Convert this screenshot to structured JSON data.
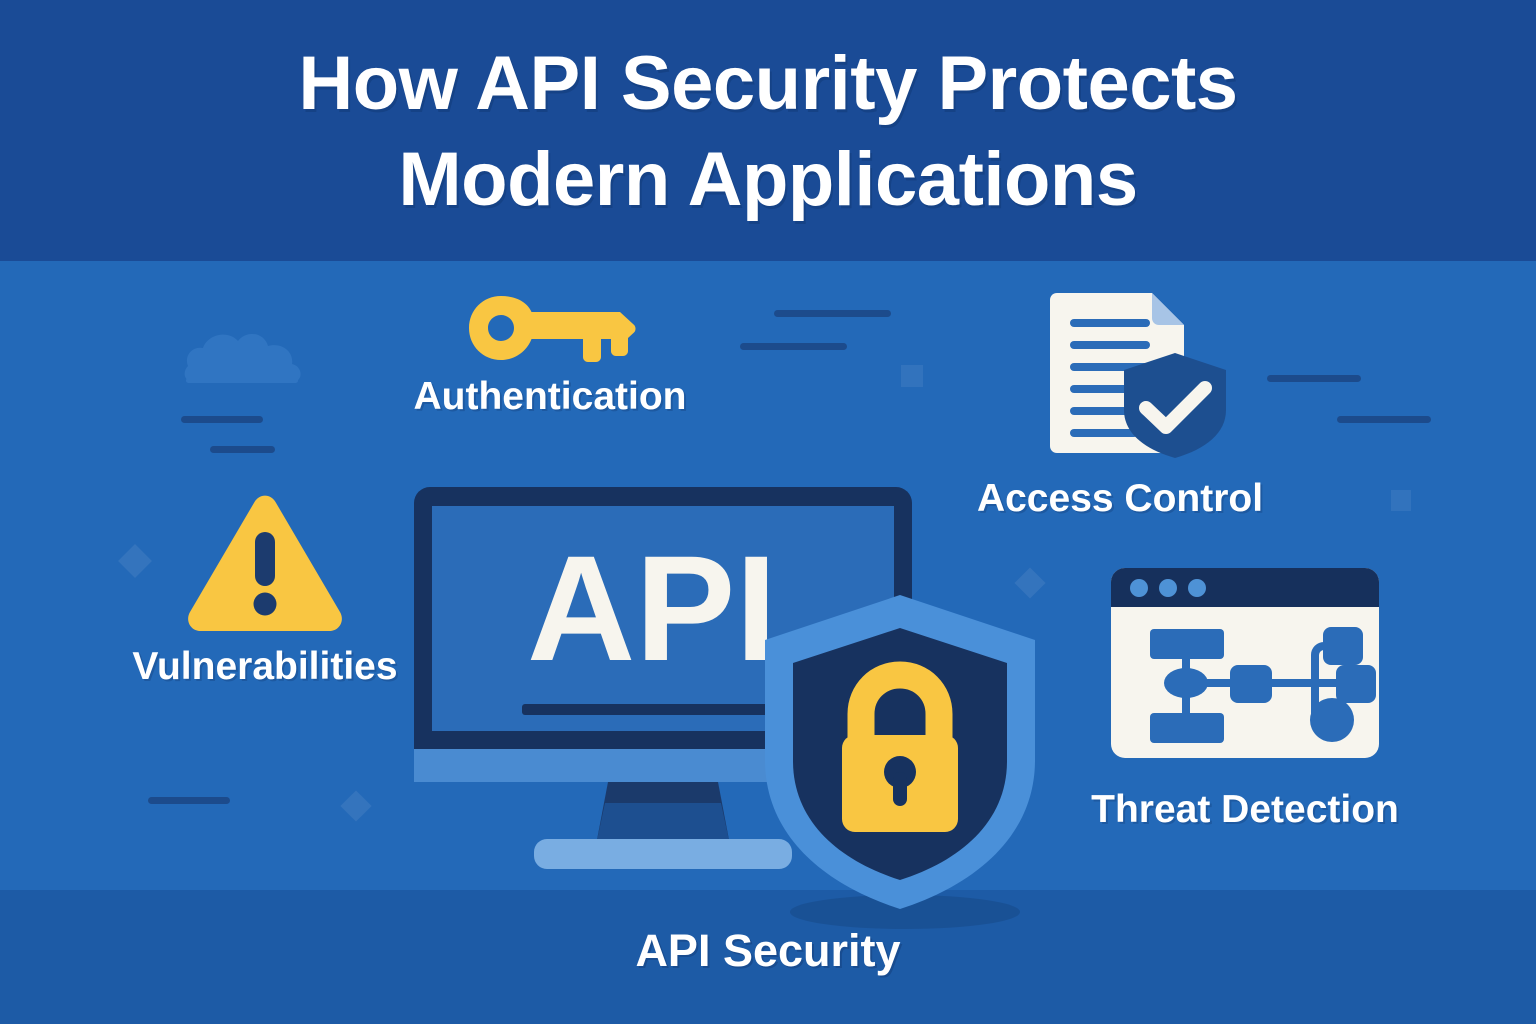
{
  "header": {
    "title_line_1": "How API Security Protects",
    "title_line_2": "Modern Applications"
  },
  "features": [
    {
      "id": "authentication",
      "label": "Authentication",
      "icon": "key-icon"
    },
    {
      "id": "access-control",
      "label": "Access Control",
      "icon": "document-shield-check-icon"
    },
    {
      "id": "vulnerabilities",
      "label": "Vulnerabilities",
      "icon": "warning-triangle-icon"
    },
    {
      "id": "threat-detection",
      "label": "Threat Detection",
      "icon": "browser-network-diagram-icon"
    }
  ],
  "center": {
    "monitor_screen_text": "API",
    "monitor_icon": "desktop-monitor-icon",
    "shield_icon": "shield-padlock-icon",
    "caption": "API Security"
  },
  "colors": {
    "header_bg": "#1A4B96",
    "body_bg": "#2369B8",
    "footer_bg": "#1D5BA6",
    "accent_yellow": "#F8C council",
    "accent_yellow_hex": "#F9C642",
    "navy": "#17325F",
    "deep_navy": "#1B3A6B",
    "light_blue": "#4A90D9",
    "cream": "#F7F5EE",
    "white": "#FFFFFF",
    "line_blue": "#2B6CB8"
  }
}
